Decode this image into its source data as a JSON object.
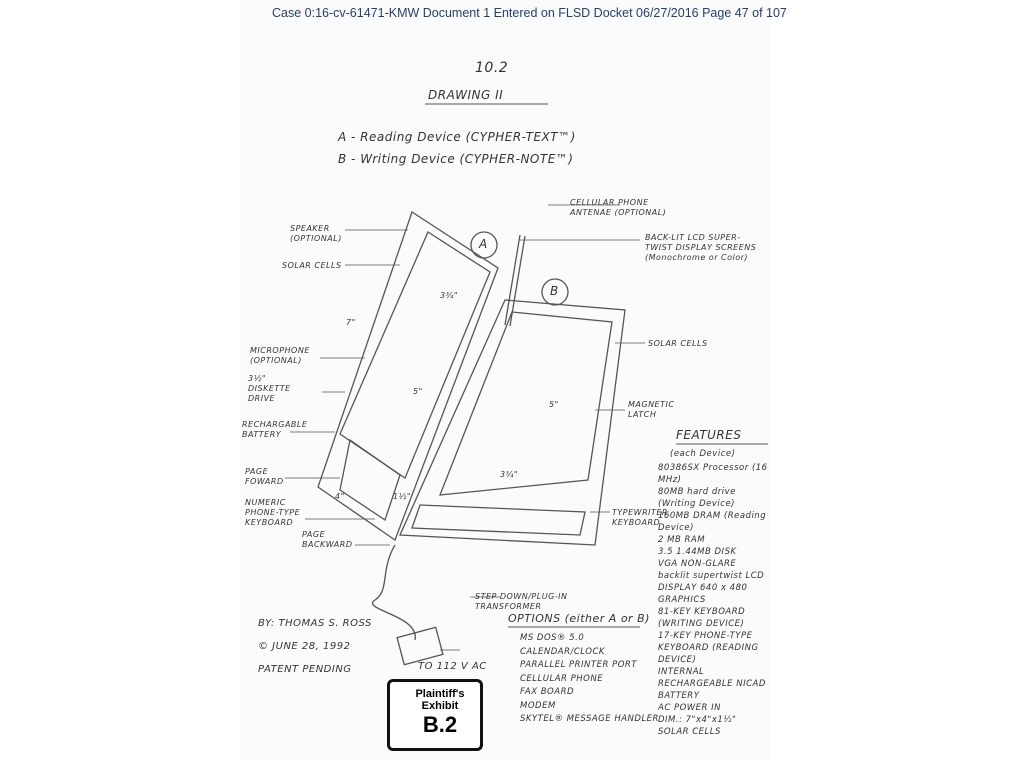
{
  "header": "Case 0:16-cv-61471-KMW   Document 1   Entered on FLSD Docket 06/27/2016   Page 47 of 107",
  "section": "10.2",
  "title": "DRAWING II",
  "legend": [
    "A - Reading Device (CYPHER-TEXT™)",
    "B - Writing Device (CYPHER-NOTE™)"
  ],
  "labels": {
    "speaker": "SPEAKER (OPTIONAL)",
    "solar_left": "SOLAR CELLS",
    "microphone": "MICROPHONE (OPTIONAL)",
    "diskette": "3½\" DISKETTE DRIVE",
    "battery": "RECHARGABLE BATTERY",
    "page_forward": "PAGE FOWARD",
    "numeric": "NUMERIC PHONE-TYPE KEYBOARD",
    "page_backward": "PAGE BACKWARD",
    "antenna": "CELLULAR PHONE ANTENAE (OPTIONAL)",
    "backlit": "BACK-LIT LCD SUPER-TWIST DISPLAY SCREENS (Monochrome or Color)",
    "solar_right": "SOLAR CELLS",
    "latch": "MAGNETIC LATCH",
    "typewriter": "TYPEWRITER KEYBOARD",
    "transformer": "STEP DOWN/PLUG-IN TRANSFORMER",
    "ac": "TO 112 V AC",
    "a": "A",
    "b": "B",
    "dim_7": "7\"",
    "dim_4": "4\"",
    "dim_1": "1½\"",
    "dim_34a": "3¾\"",
    "dim_5a": "5\"",
    "dim_34b": "3¾\"",
    "dim_5b": "5\""
  },
  "features": {
    "title": "FEATURES",
    "subtitle": "(each Device)",
    "items": [
      "80386SX Processor (16 MHz)",
      "80MB hard drive (Writing Device)",
      "160MB DRAM (Reading Device)",
      "2 MB RAM",
      "3.5 1.44MB DISK",
      "VGA NON-GLARE backlit supertwist LCD DISPLAY 640 x 480 GRAPHICS",
      "81-KEY KEYBOARD (WRITING DEVICE)",
      "17-KEY PHONE-TYPE KEYBOARD (READING DEVICE)",
      "INTERNAL RECHARGEABLE NICAD BATTERY",
      "AC POWER IN",
      "DIM.: 7\"x4\"x1½\"",
      "SOLAR CELLS"
    ]
  },
  "options": {
    "title": "OPTIONS (either A or B)",
    "items": [
      "MS DOS® 5.0",
      "CALENDAR/CLOCK",
      "PARALLEL PRINTER PORT",
      "CELLULAR PHONE",
      "FAX BOARD",
      "MODEM",
      "SKYTEL® MESSAGE HANDLER"
    ]
  },
  "signature": [
    "BY: THOMAS S. ROSS",
    "© JUNE 28, 1992",
    "PATENT PENDING"
  ],
  "exhibit": {
    "title": "Plaintiff's Exhibit",
    "number": "B.2"
  }
}
